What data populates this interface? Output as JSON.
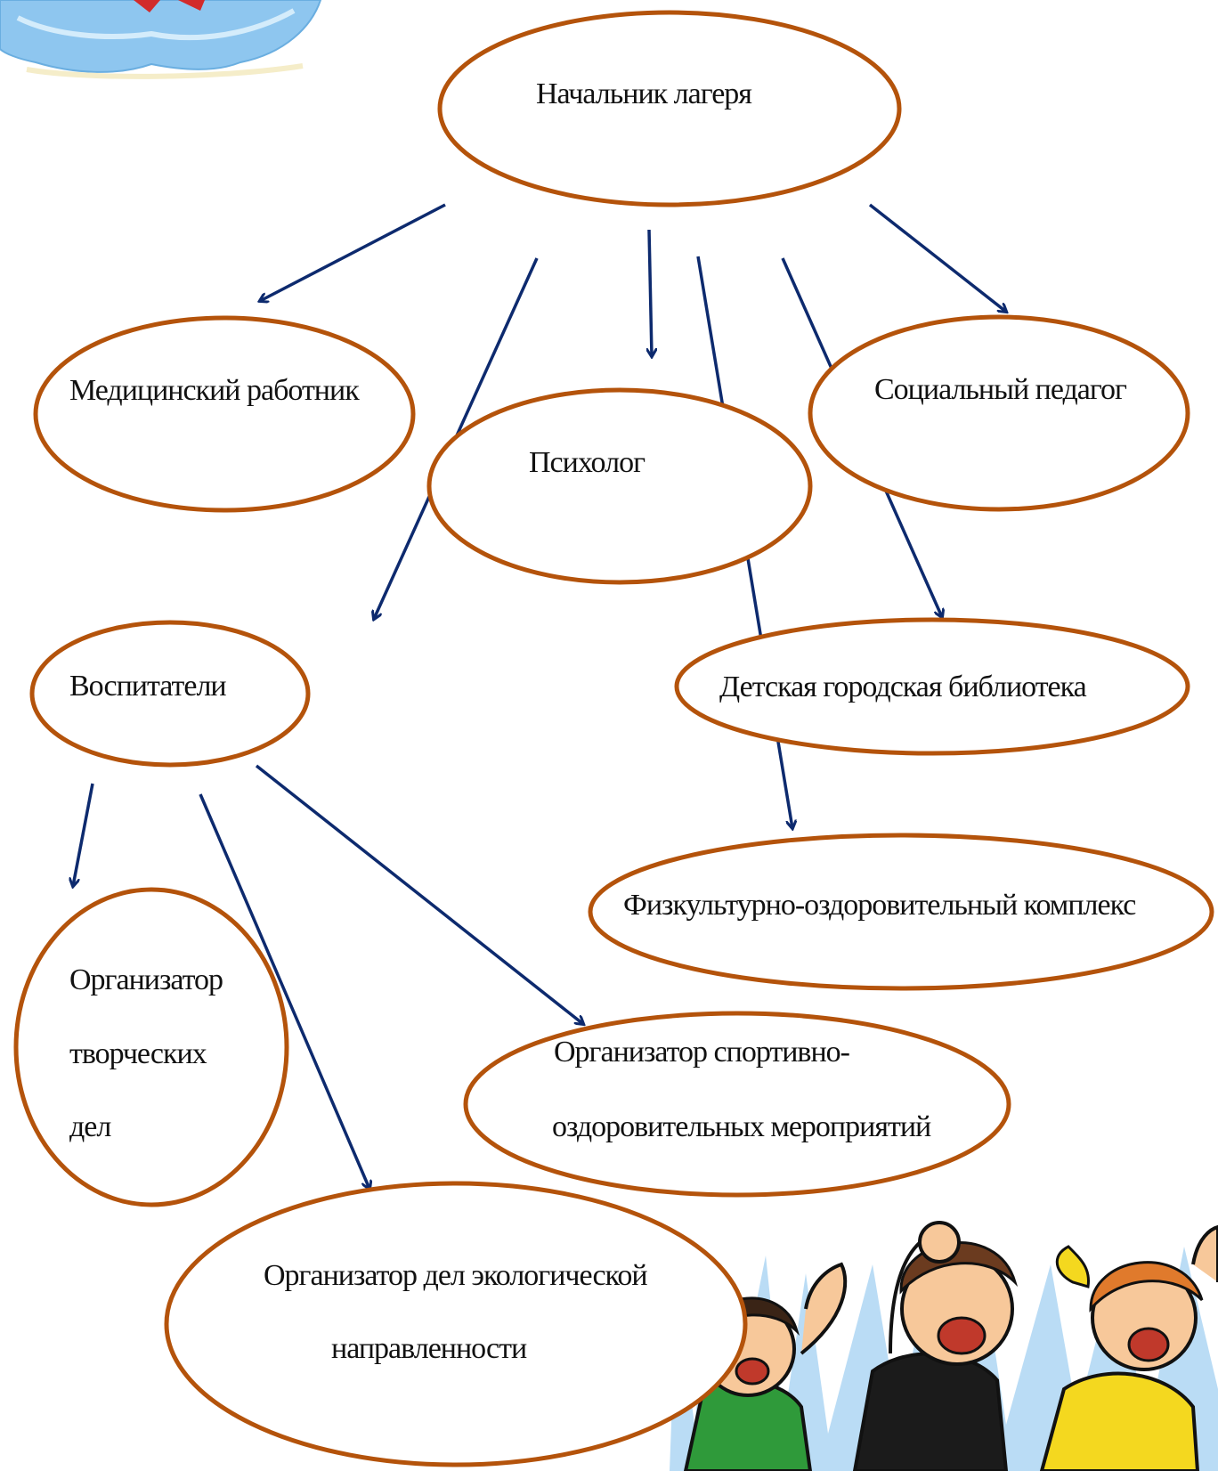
{
  "colors": {
    "node_stroke": "#b4530b",
    "arrow": "#0d2a6e",
    "text": "#111111",
    "cloud": "#8ec6ef",
    "sky_spikes": "#a9d3f2"
  },
  "nodes": {
    "head": "Начальник лагеря",
    "medic": "Медицинский работник",
    "psychologist": "Психолог",
    "social_pedagogue": "Социальный педагог",
    "educators": "Воспитатели",
    "library": "Детская городская библиотека",
    "sports_complex": "Физкультурно-оздоровительный комплекс",
    "creative_lines": [
      "Организатор",
      "творческих",
      "дел"
    ],
    "sports_events_lines": [
      "Организатор спортивно-",
      "оздоровительных мероприятий"
    ],
    "eco_lines": [
      "Организатор дел экологической",
      "направленности"
    ]
  },
  "decorations": {
    "top_left": "cloud-illustration",
    "bottom_right": "cheering-children-illustration"
  }
}
